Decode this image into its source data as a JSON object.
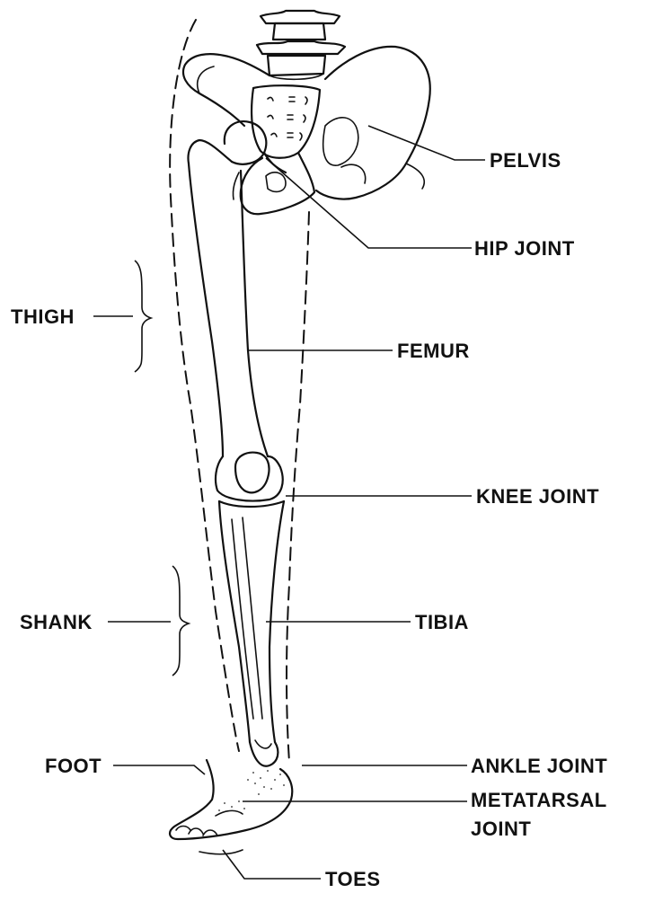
{
  "labels": {
    "pelvis": "PELVIS",
    "hip_joint": "HIP JOINT",
    "thigh": "THIGH",
    "femur": "FEMUR",
    "knee_joint": "KNEE JOINT",
    "shank": "SHANK",
    "tibia": "TIBIA",
    "foot": "FOOT",
    "ankle_joint": "ANKLE JOINT",
    "metatarsal_line1": "METATARSAL",
    "metatarsal_line2": "JOINT",
    "toes": "TOES"
  }
}
